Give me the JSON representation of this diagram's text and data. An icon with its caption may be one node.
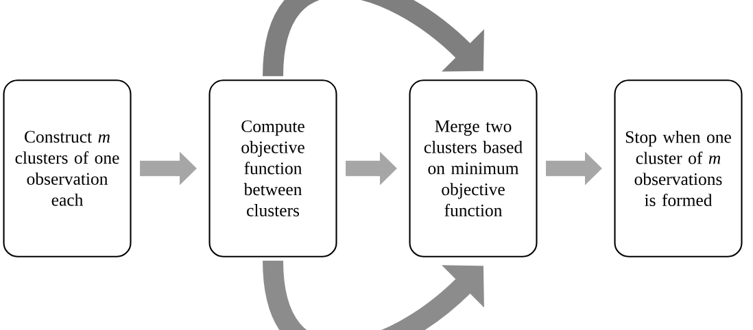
{
  "diagram": {
    "nodes": [
      {
        "text": [
          "Construct *m* clusters of one observation each"
        ]
      },
      {
        "text": [
          "Compute objective function between clusters"
        ]
      },
      {
        "text": [
          "Merge two clusters based on minimum objective function"
        ]
      },
      {
        "text": [
          "Stop when one cluster of *m* observations is formed"
        ]
      }
    ],
    "edges": [
      {
        "from": 0,
        "to": 1,
        "arrow": "to"
      },
      {
        "from": 1,
        "to": 2,
        "arrow": "to"
      },
      {
        "from": 2,
        "to": 3,
        "arrow": "to"
      },
      {
        "from": 1,
        "to": 2,
        "arrow": "to",
        "color": "#7f7f7f"
      },
      {
        "from": 1,
        "to": 2,
        "arrow": "to",
        "color": "#8c8c8c"
      }
    ]
  }
}
